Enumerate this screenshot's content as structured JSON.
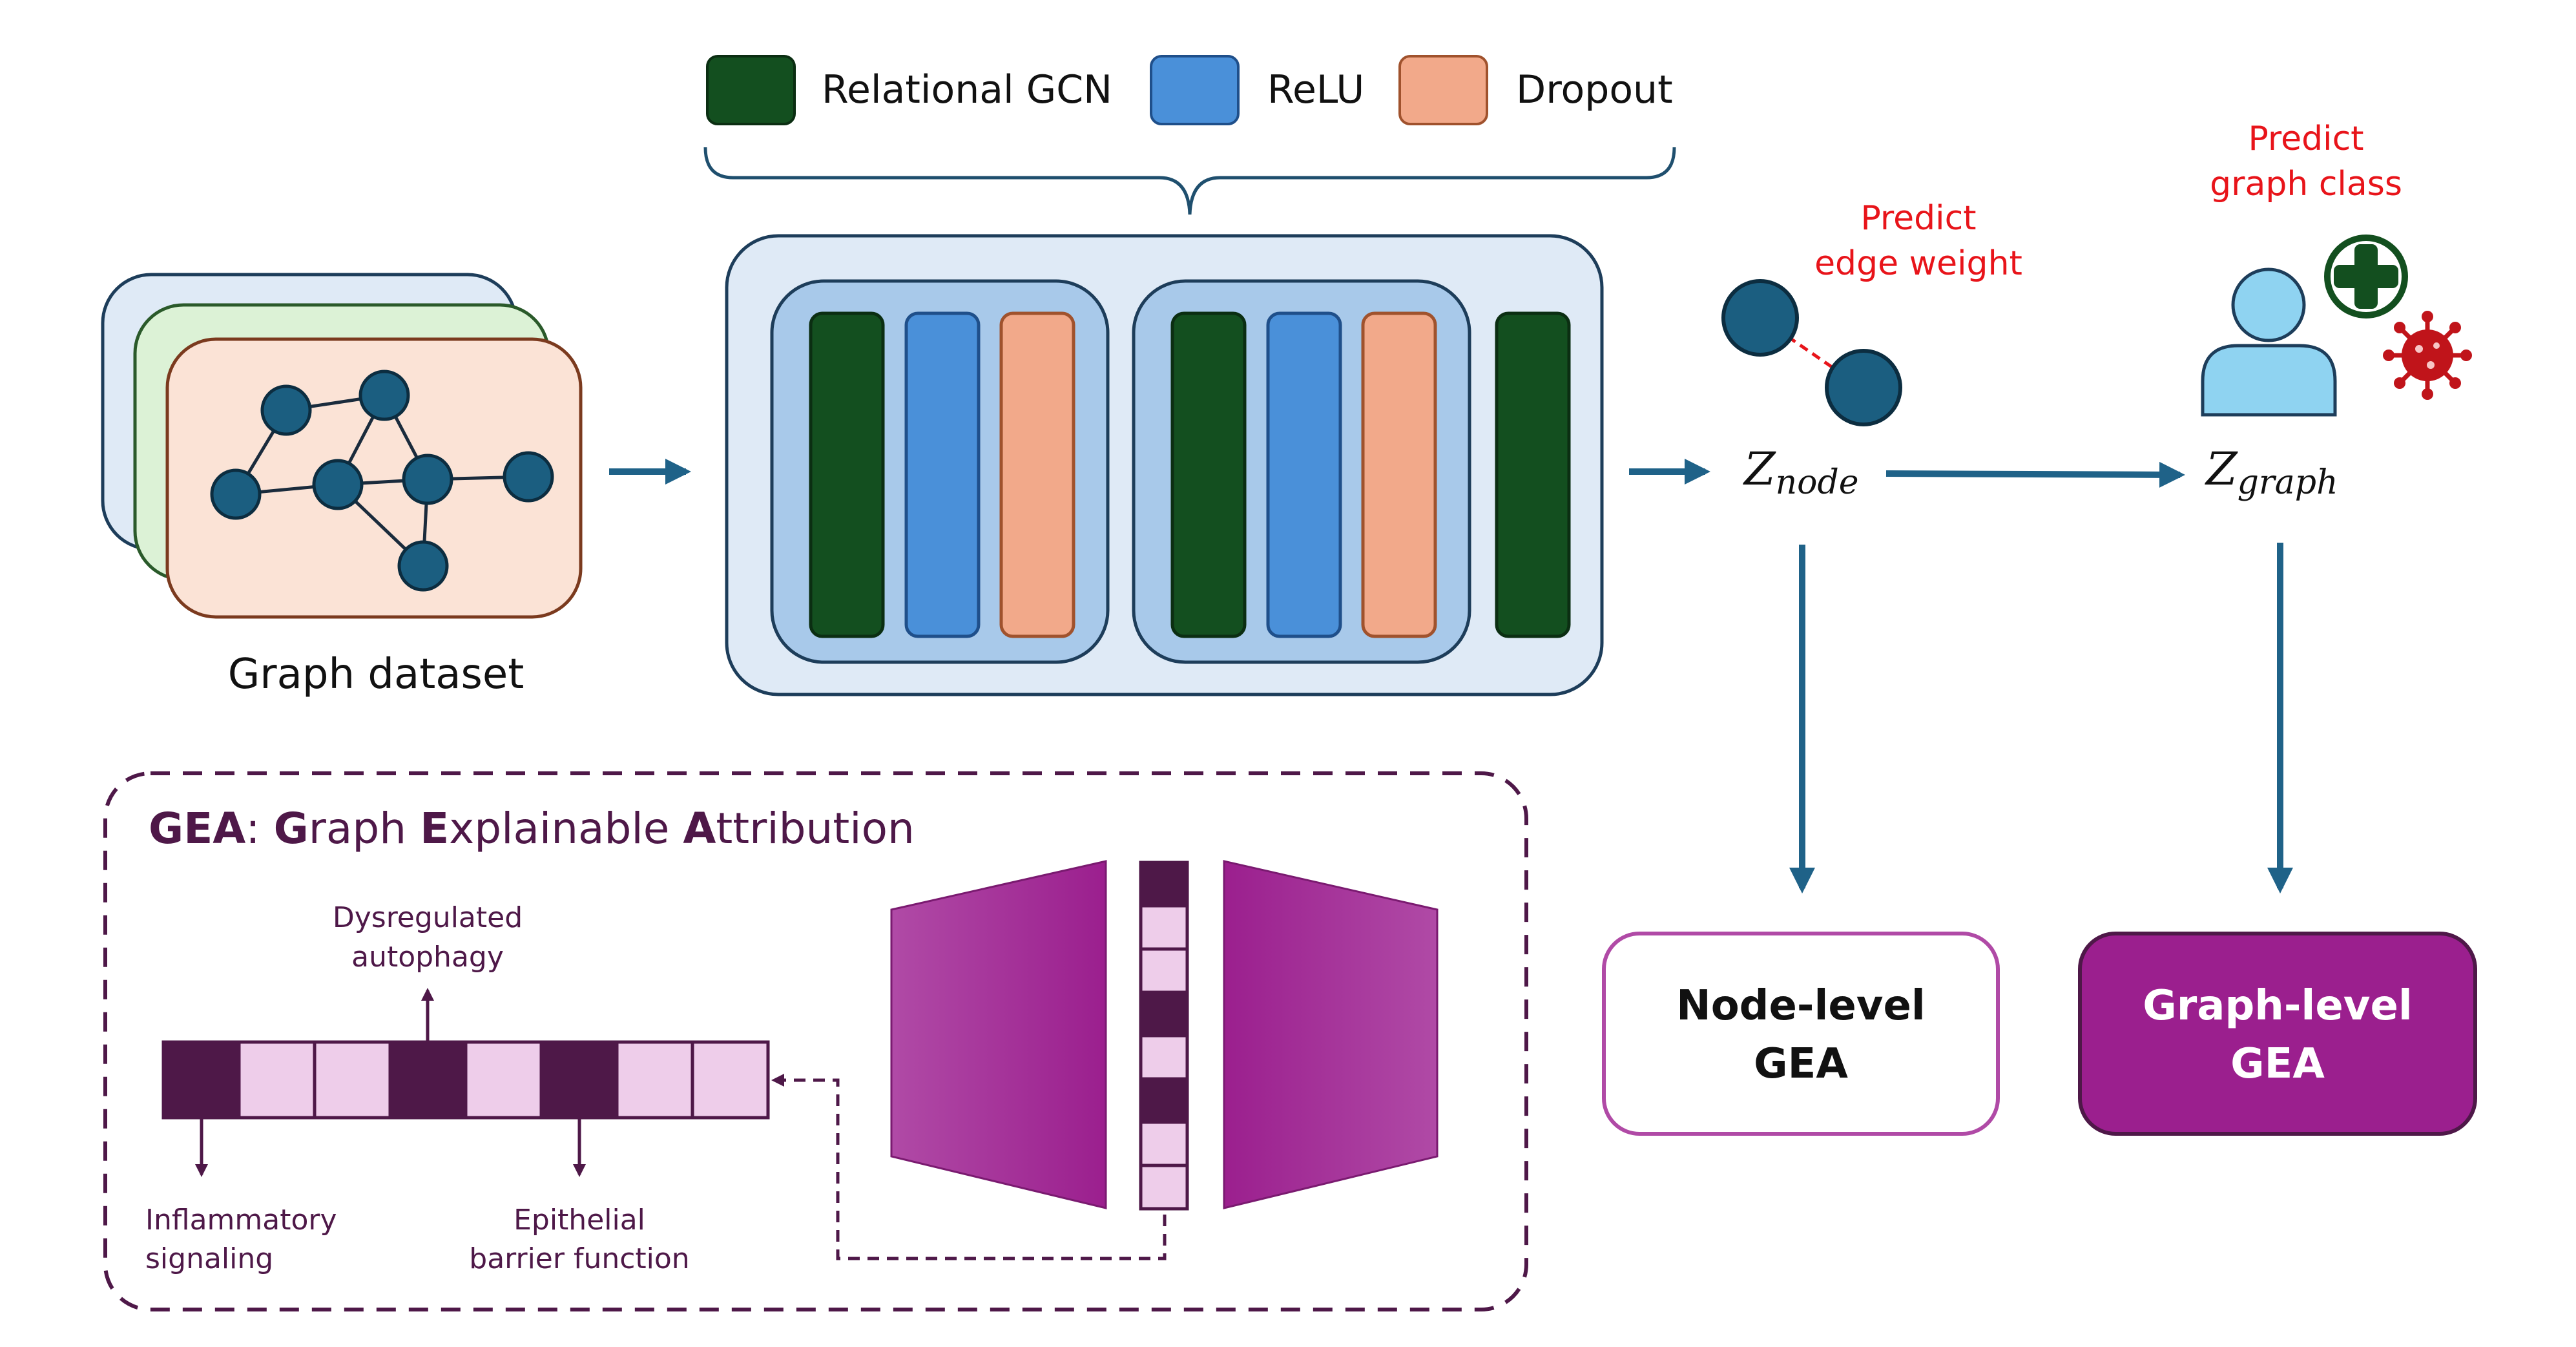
{
  "legend": {
    "gcn_label": "Relational GCN",
    "relu_label": "ReLU",
    "dropout_label": "Dropout",
    "gcn_color": "#134f1f",
    "relu_color": "#4a90d9",
    "dropout_color": "#f2a98a"
  },
  "dataset": {
    "label": "Graph dataset"
  },
  "edge_prediction": {
    "line1": "Predict",
    "line2": "edge weight"
  },
  "graph_prediction": {
    "line1": "Predict",
    "line2": "graph class"
  },
  "embeddings": {
    "z_node": {
      "base": "Z",
      "sub": "node"
    },
    "z_graph": {
      "base": "Z",
      "sub": "graph"
    }
  },
  "outputs": {
    "node_level": {
      "line1": "Node-level",
      "line2": "GEA"
    },
    "graph_level": {
      "line1": "Graph-level",
      "line2": "GEA"
    }
  },
  "gea_panel": {
    "title_parts": [
      "G",
      "EA",
      ": ",
      "G",
      "raph ",
      "E",
      "xplainable ",
      "A",
      "ttribution"
    ],
    "annotations": {
      "dysregulated_1": "Dysregulated",
      "dysregulated_2": "autophagy",
      "inflammatory_1": "Inflammatory",
      "inflammatory_2": "signaling",
      "epithelial_1": "Epithelial",
      "epithelial_2": "barrier function"
    }
  },
  "colors": {
    "arrow": "#1f6288",
    "node": "#1b5e80",
    "predict_red": "#e8141a",
    "purple_dark": "#4e1848",
    "purple_light": "#eecdea",
    "purple_main": "#9b1f8e",
    "purple_border": "#b04aa6"
  }
}
